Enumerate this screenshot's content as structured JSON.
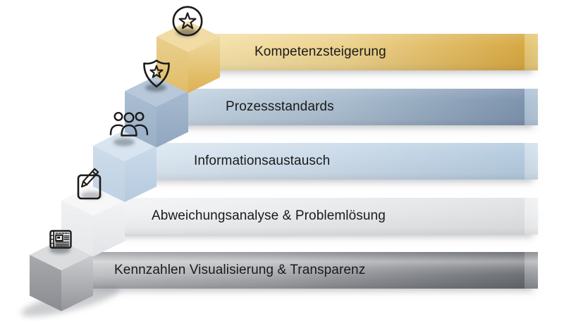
{
  "diagram": {
    "type": "staircase-maturity-steps",
    "background": "#ffffff",
    "text_color": "#1a1a1a",
    "levels": [
      {
        "rank": 1,
        "label": "Kompetenzsteigerung",
        "icon": "star-badge-icon",
        "banner_color_start": "#f5e3ae",
        "banner_color_end": "#d7a843",
        "fold_color": "#e2c472"
      },
      {
        "rank": 2,
        "label": "Prozessstandards",
        "icon": "shield-star-icon",
        "banner_color_start": "#c9d7e4",
        "banner_color_end": "#7e94ae",
        "fold_color": "#aec2d4"
      },
      {
        "rank": 3,
        "label": "Informationsaustausch",
        "icon": "team-icon",
        "banner_color_start": "#dde8f2",
        "banner_color_end": "#b5cbdf",
        "fold_color": "#cddde9"
      },
      {
        "rank": 4,
        "label": "Abweichungsanalyse & Problemlösung",
        "icon": "edit-icon",
        "banner_color_start": "#f3f4f5",
        "banner_color_end": "#dfe1e3",
        "fold_color": "#edeef0"
      },
      {
        "rank": 5,
        "label": "Kennzahlen Visualisierung & Transparenz",
        "icon": "newspaper-icon",
        "banner_color_start": "#c4c5c8",
        "banner_color_end": "#6e7176",
        "fold_color": "#97999e"
      }
    ]
  }
}
